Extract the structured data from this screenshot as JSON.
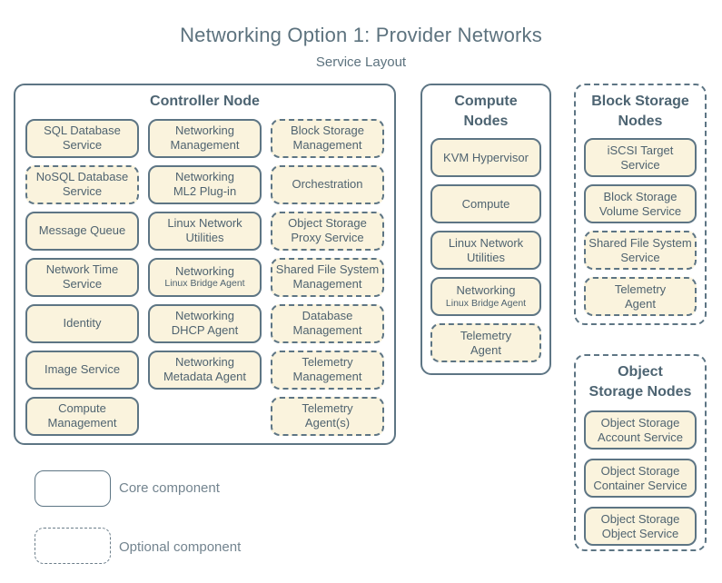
{
  "title": "Networking Option 1: Provider Networks",
  "subtitle": "Service Layout",
  "colors": {
    "border": "#5d7584",
    "box_fill": "#faf3dd",
    "box_text": "#4f6370",
    "heading_text": "#4d6472",
    "title_text": "#5c727e",
    "legend_text": "#73848f"
  },
  "groups": [
    {
      "id": "controller",
      "title": "Controller Node",
      "border": "solid",
      "services": [
        {
          "label": "SQL Database\nService",
          "type": "core"
        },
        {
          "label": "Networking\nManagement",
          "type": "core"
        },
        {
          "label": "Block Storage\nManagement",
          "type": "optional"
        },
        {
          "label": "NoSQL Database\nService",
          "type": "optional"
        },
        {
          "label": "Networking\nML2 Plug-in",
          "type": "core"
        },
        {
          "label": "Orchestration",
          "type": "optional"
        },
        {
          "label": "Message Queue",
          "type": "core"
        },
        {
          "label": "Linux Network\nUtilities",
          "type": "core"
        },
        {
          "label": "Object Storage\nProxy Service",
          "type": "optional"
        },
        {
          "label": "Network Time\nService",
          "type": "core"
        },
        {
          "label": "Networking",
          "sublabel": "Linux Bridge Agent",
          "type": "core"
        },
        {
          "label": "Shared File System\nManagement",
          "type": "optional"
        },
        {
          "label": "Identity",
          "type": "core"
        },
        {
          "label": "Networking\nDHCP Agent",
          "type": "core"
        },
        {
          "label": "Database\nManagement",
          "type": "optional"
        },
        {
          "label": "Image Service",
          "type": "core"
        },
        {
          "label": "Networking\nMetadata Agent",
          "type": "core"
        },
        {
          "label": "Telemetry\nManagement",
          "type": "optional"
        },
        {
          "label": "Compute\nManagement",
          "type": "core"
        },
        {
          "label": "",
          "type": "spacer"
        },
        {
          "label": "Telemetry\nAgent(s)",
          "type": "optional"
        }
      ]
    },
    {
      "id": "compute",
      "title": "Compute\nNodes",
      "border": "solid",
      "services": [
        {
          "label": "KVM Hypervisor",
          "type": "core"
        },
        {
          "label": "Compute",
          "type": "core"
        },
        {
          "label": "Linux Network\nUtilities",
          "type": "core"
        },
        {
          "label": "Networking",
          "sublabel": "Linux Bridge Agent",
          "type": "core"
        },
        {
          "label": "Telemetry\nAgent",
          "type": "optional"
        }
      ]
    },
    {
      "id": "block",
      "title": "Block Storage\nNodes",
      "border": "dashed",
      "services": [
        {
          "label": "iSCSI Target\nService",
          "type": "core"
        },
        {
          "label": "Block Storage\nVolume Service",
          "type": "core"
        },
        {
          "label": "Shared File System\nService",
          "type": "optional"
        },
        {
          "label": "Telemetry\nAgent",
          "type": "optional"
        }
      ]
    },
    {
      "id": "object",
      "title": "Object\nStorage Nodes",
      "border": "dashed",
      "services": [
        {
          "label": "Object Storage\nAccount Service",
          "type": "core"
        },
        {
          "label": "Object Storage\nContainer Service",
          "type": "core"
        },
        {
          "label": "Object Storage\nObject Service",
          "type": "core"
        }
      ]
    }
  ],
  "legend": [
    {
      "label": "Core component",
      "style": "solid"
    },
    {
      "label": "Optional component",
      "style": "dashed"
    }
  ]
}
